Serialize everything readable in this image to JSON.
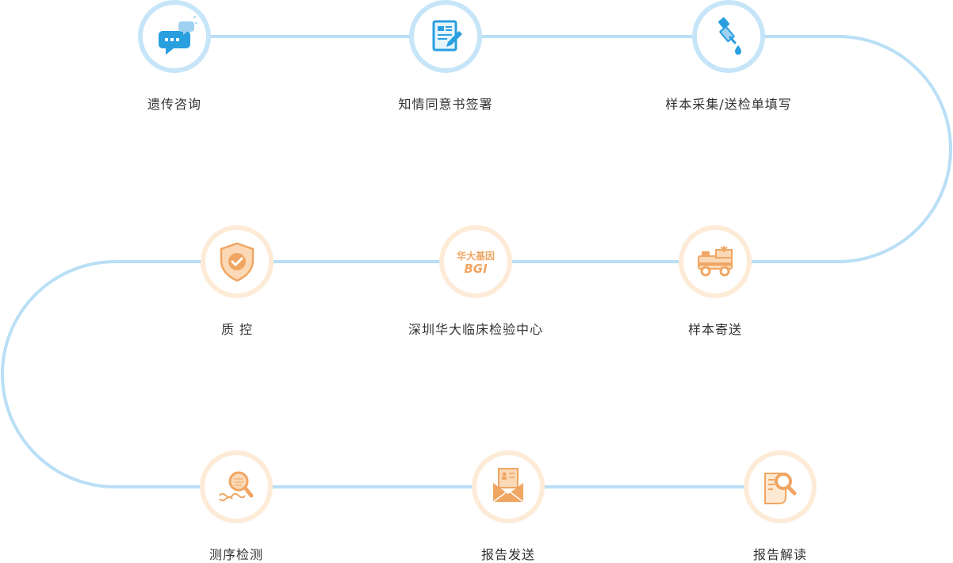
{
  "colors": {
    "path_line": "#b9dff6",
    "blue_ring": "#c6e5f8",
    "orange_ring": "#fdebd8",
    "blue_icon": "#2a9fe0",
    "orange_icon": "#f0a663",
    "text": "#333333"
  },
  "steps": [
    {
      "label": "遗传咨询",
      "icon": "chat-bubbles-icon",
      "theme": "blue"
    },
    {
      "label": "知情同意书签署",
      "icon": "document-sign-icon",
      "theme": "blue"
    },
    {
      "label": "样本采集/送检单填写",
      "icon": "dropper-icon",
      "theme": "blue"
    },
    {
      "label": "样本寄送",
      "icon": "ambulance-icon",
      "theme": "orange"
    },
    {
      "label": "深圳华大临床检验中心",
      "icon": "bgi-logo",
      "theme": "orange",
      "logo_text": "华大基因",
      "logo_subtext": "BGI"
    },
    {
      "label": "质  控",
      "icon": "shield-check-icon",
      "theme": "orange"
    },
    {
      "label": "测序检测",
      "icon": "dna-magnifier-icon",
      "theme": "orange"
    },
    {
      "label": "报告发送",
      "icon": "envelope-report-icon",
      "theme": "orange"
    },
    {
      "label": "报告解读",
      "icon": "report-search-icon",
      "theme": "orange"
    }
  ]
}
